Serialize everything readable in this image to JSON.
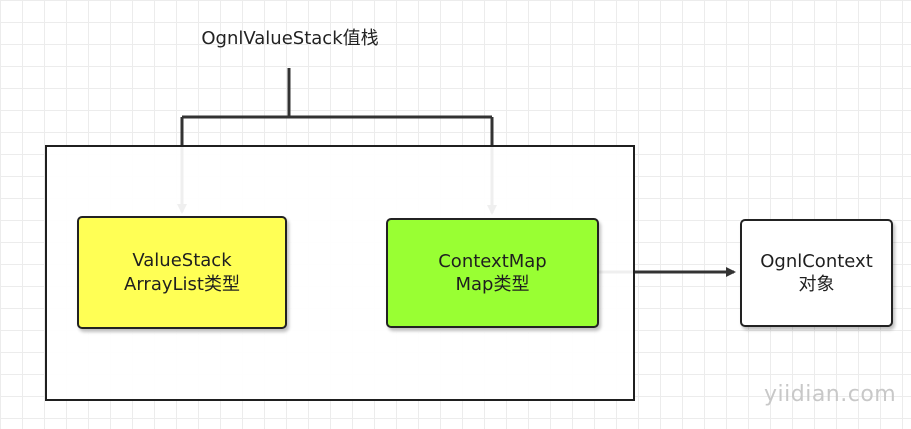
{
  "diagram": {
    "title": "OgnlValueStack值栈",
    "valuestack": {
      "line1": "ValueStack",
      "line2": "ArrayList类型"
    },
    "contextmap": {
      "line1": "ContextMap",
      "line2": "Map类型"
    },
    "ognlcontext": {
      "line1": "OgnlContext",
      "line2": "对象"
    },
    "colors": {
      "valuestack_fill": "#ffff55",
      "contextmap_fill": "#99ff33",
      "ognlcontext_fill": "#ffffff",
      "line": "#333333",
      "grid": "#ececec",
      "border": "#1f1f1f"
    }
  },
  "watermark": {
    "text": "yiidian.com"
  }
}
